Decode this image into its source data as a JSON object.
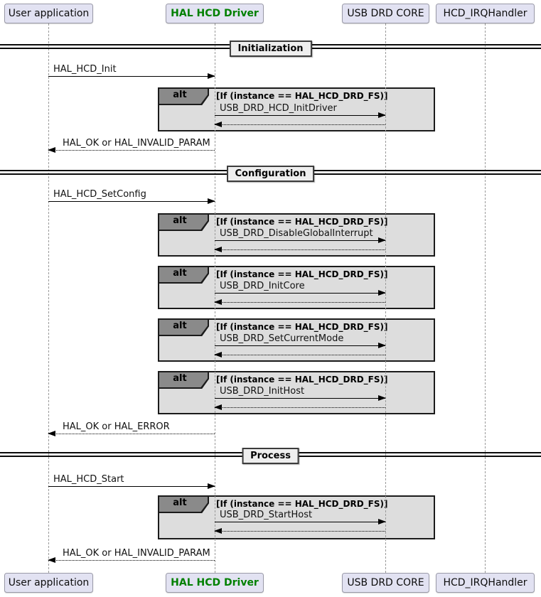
{
  "diagram": {
    "participants": [
      {
        "label": "User application",
        "emphasis": false
      },
      {
        "label": "HAL HCD Driver",
        "emphasis": true
      },
      {
        "label": "USB DRD CORE",
        "emphasis": false
      },
      {
        "label": "HCD_IRQHandler",
        "emphasis": false
      }
    ],
    "alt_keyword": "alt",
    "alt_condition": "[If (instance == HAL_HCD_DRD_FS)]",
    "sections": [
      {
        "title": "Initialization",
        "call": "HAL_HCD_Init",
        "alt_frames": [
          {
            "message": "USB_DRD_HCD_InitDriver"
          }
        ],
        "return": "HAL_OK or HAL_INVALID_PARAM"
      },
      {
        "title": "Configuration",
        "call": "HAL_HCD_SetConfig",
        "alt_frames": [
          {
            "message": "USB_DRD_DisableGlobalInterrupt"
          },
          {
            "message": "USB_DRD_InitCore"
          },
          {
            "message": "USB_DRD_SetCurrentMode"
          },
          {
            "message": "USB_DRD_InitHost"
          }
        ],
        "return": "HAL_OK or HAL_ERROR"
      },
      {
        "title": "Process",
        "call": "HAL_HCD_Start",
        "alt_frames": [
          {
            "message": "USB_DRD_StartHost"
          }
        ],
        "return": "HAL_OK or HAL_INVALID_PARAM"
      }
    ],
    "colors": {
      "participant_fill": "#E2E2F2",
      "participant_border": "#9A9AA8",
      "emphasis_text": "#008000",
      "frame_fill": "#DDDDDD",
      "frame_border": "#1B1B1B",
      "alt_tab_fill": "#8A8A8A",
      "divider_label_fill": "#EEEEEE",
      "lifeline": "#9A9A9A",
      "message_line": "#000000"
    }
  }
}
